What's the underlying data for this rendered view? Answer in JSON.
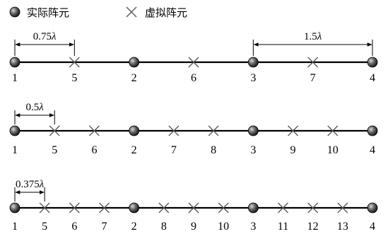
{
  "legend": {
    "real": "实际阵元",
    "virtual": "虚拟阵元"
  },
  "rows": [
    {
      "labels": [
        "1",
        "5",
        "2",
        "6",
        "3",
        "7",
        "4"
      ],
      "kinds": [
        "real",
        "virtual",
        "real",
        "virtual",
        "real",
        "virtual",
        "real"
      ],
      "dims": [
        {
          "num": "0.75",
          "unit": "λ",
          "from": 0,
          "to": 1
        },
        {
          "num": "1.5",
          "unit": "λ",
          "from": 4,
          "to": 6
        }
      ]
    },
    {
      "labels": [
        "1",
        "5",
        "6",
        "2",
        "7",
        "8",
        "3",
        "9",
        "10",
        "4"
      ],
      "kinds": [
        "real",
        "virtual",
        "virtual",
        "real",
        "virtual",
        "virtual",
        "real",
        "virtual",
        "virtual",
        "real"
      ],
      "dims": [
        {
          "num": "0.5",
          "unit": "λ",
          "from": 0,
          "to": 1
        }
      ]
    },
    {
      "labels": [
        "1",
        "5",
        "6",
        "7",
        "2",
        "8",
        "9",
        "10",
        "3",
        "11",
        "12",
        "13",
        "4"
      ],
      "kinds": [
        "real",
        "virtual",
        "virtual",
        "virtual",
        "real",
        "virtual",
        "virtual",
        "virtual",
        "real",
        "virtual",
        "virtual",
        "virtual",
        "real"
      ],
      "dims": [
        {
          "num": "0.375",
          "unit": "λ",
          "from": 0,
          "to": 1
        }
      ]
    }
  ]
}
